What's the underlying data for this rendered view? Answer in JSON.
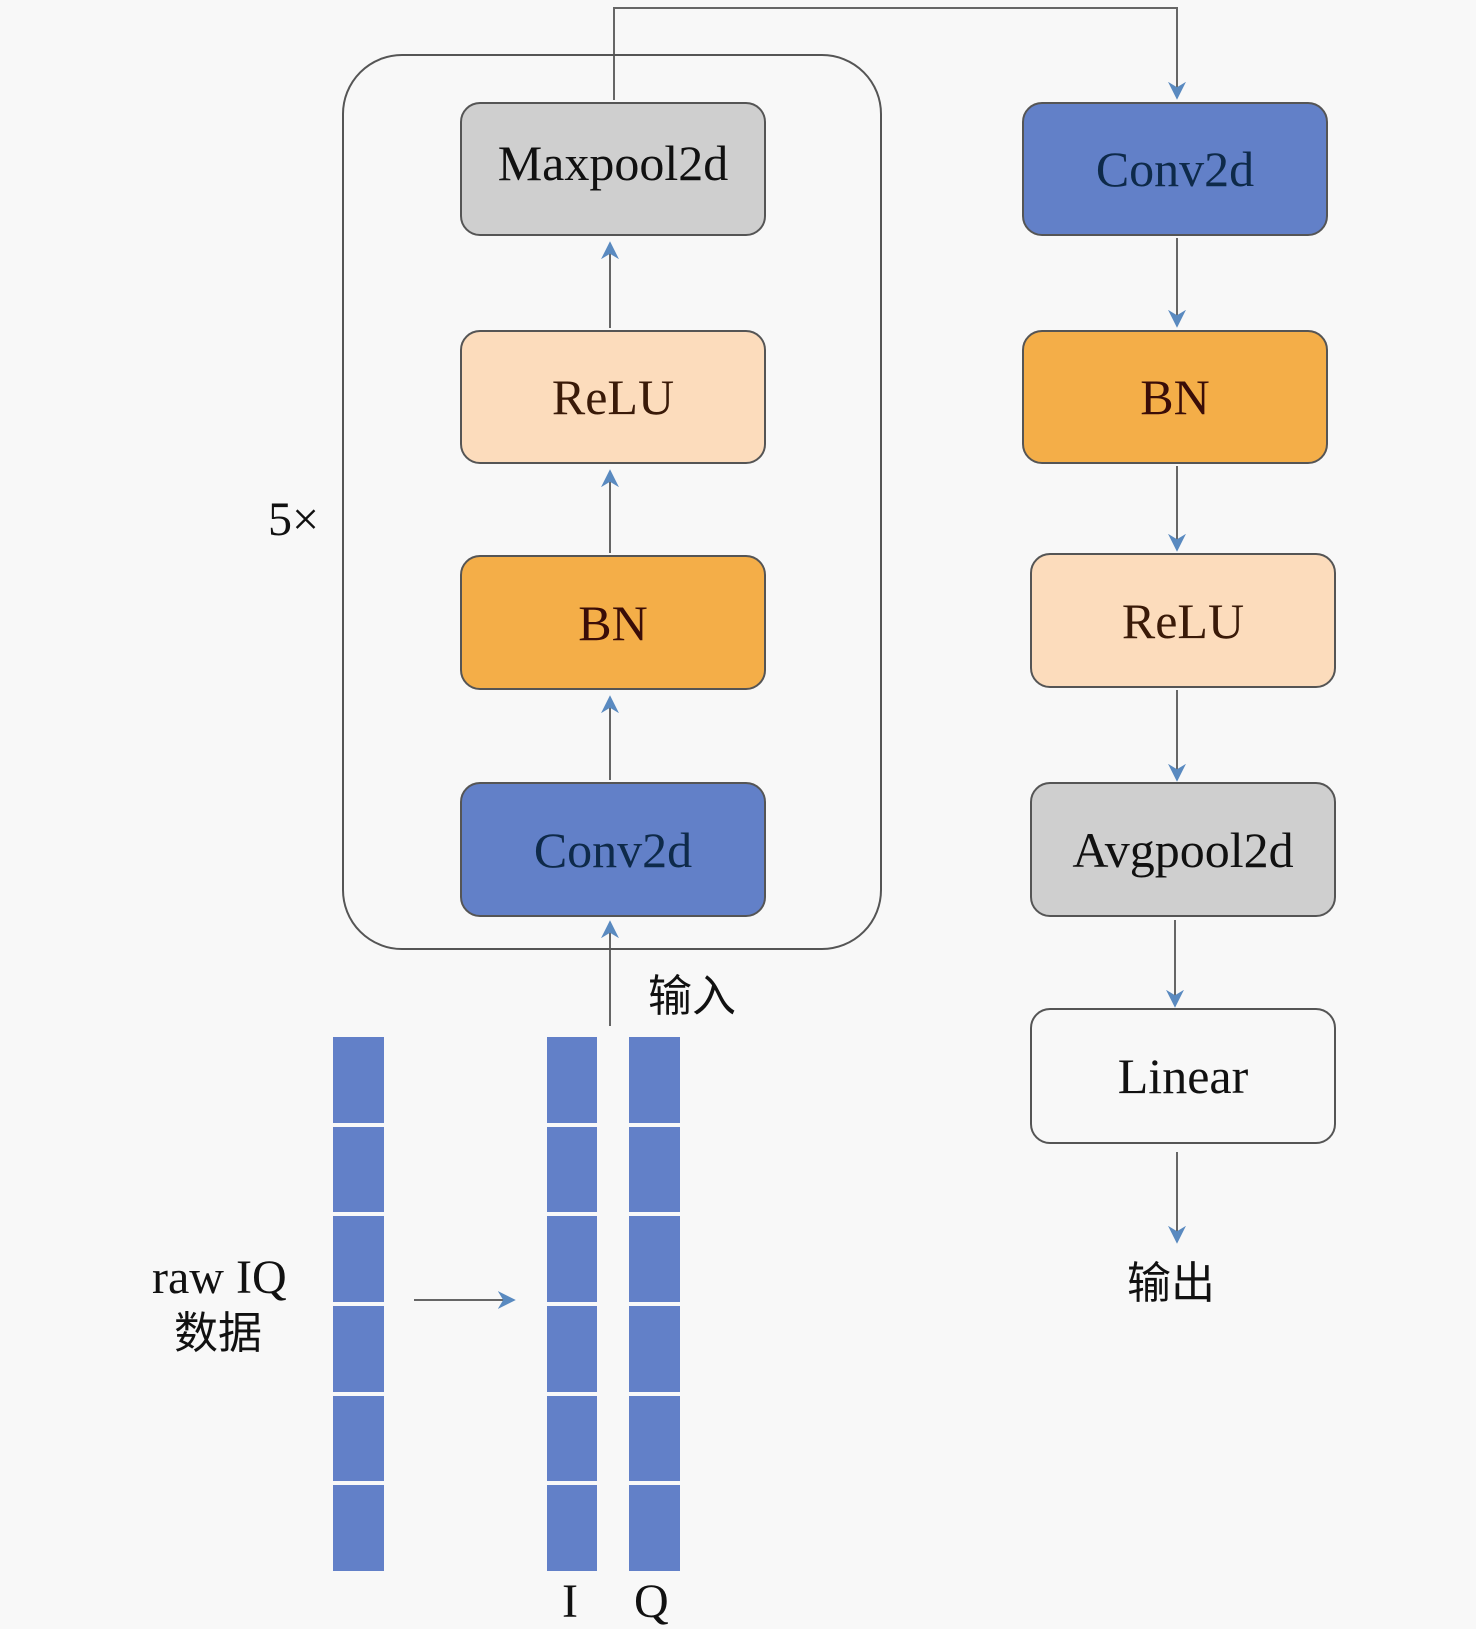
{
  "diagram": {
    "repeat_block": {
      "repeat_label": "5×",
      "layers_bottom_to_top": [
        {
          "id": "conv",
          "label": "Conv2d",
          "color": "#6280c8"
        },
        {
          "id": "bn",
          "label": "BN",
          "color": "#f4ae48"
        },
        {
          "id": "relu",
          "label": "ReLU",
          "color": "#fcdcbc"
        },
        {
          "id": "maxpool",
          "label": "Maxpool2d",
          "color": "#cfcfcf"
        }
      ]
    },
    "head_layers_top_to_bottom": [
      {
        "id": "conv",
        "label": "Conv2d",
        "color": "#6280c8"
      },
      {
        "id": "bn",
        "label": "BN",
        "color": "#f4ae48"
      },
      {
        "id": "relu",
        "label": "ReLU",
        "color": "#fcdcbc"
      },
      {
        "id": "avgpool",
        "label": "Avgpool2d",
        "color": "#cfcfcf"
      },
      {
        "id": "linear",
        "label": "Linear",
        "color": "#f8f8f8"
      }
    ],
    "input_label": "输入",
    "output_label": "输出",
    "raw_data_label_line1": "raw IQ",
    "raw_data_label_line2": "数据",
    "channel_labels": {
      "i": "I",
      "q": "Q"
    },
    "segments_per_strip": 6,
    "colors": {
      "segment_blue": "#6280c8",
      "arrow": "#5a8ac0",
      "line": "#555555"
    }
  }
}
